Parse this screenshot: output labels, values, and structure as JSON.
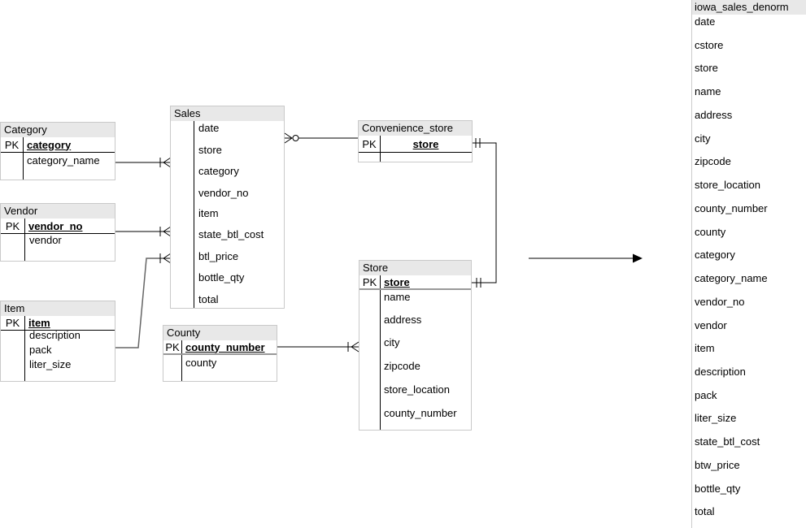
{
  "diagram": {
    "entities": {
      "category": {
        "title": "Category",
        "pk_label": "PK",
        "pk_field": "category",
        "fields": [
          "category_name"
        ]
      },
      "vendor": {
        "title": "Vendor",
        "pk_label": "PK",
        "pk_field": "vendor_no",
        "fields": [
          "vendor"
        ]
      },
      "item": {
        "title": "Item",
        "pk_label": "PK",
        "pk_field": "item",
        "fields": [
          "description",
          "pack",
          "liter_size"
        ]
      },
      "sales": {
        "title": "Sales",
        "fields": [
          "date",
          "store",
          "category",
          "vendor_no",
          "item",
          "state_btl_cost",
          "btl_price",
          "bottle_qty",
          "total"
        ]
      },
      "convenience_store": {
        "title": "Convenience_store",
        "pk_label": "PK",
        "pk_field": "store",
        "fields": []
      },
      "store": {
        "title": "Store",
        "pk_label": "PK",
        "pk_field": "store",
        "fields": [
          "name",
          "address",
          "city",
          "zipcode",
          "store_location",
          "county_number"
        ]
      },
      "county": {
        "title": "County",
        "pk_label": "PK",
        "pk_field": "county_number",
        "fields": [
          "county"
        ]
      }
    },
    "denorm": {
      "title": "iowa_sales_denorm",
      "fields": [
        "date",
        "cstore",
        "store",
        "name",
        "address",
        "city",
        "zipcode",
        "store_location",
        "county_number",
        "county",
        "category",
        "category_name",
        "vendor_no",
        "vendor",
        "item",
        "description",
        "pack",
        "liter_size",
        "state_btl_cost",
        "btw_price",
        "bottle_qty",
        "total"
      ]
    },
    "relationships": [
      "Category one-to-many Sales",
      "Vendor one-to-many Sales",
      "Item one-to-many Sales",
      "Sales many-optional-to Convenience_store",
      "Convenience_store one-to-one Store",
      "County one-to-many Store"
    ],
    "colors": {
      "header_bg": "#e8e8e8",
      "box_border": "#c9c9c9",
      "line": "#000000",
      "gray_separator": "#999999",
      "item_wire": "#666666"
    }
  }
}
